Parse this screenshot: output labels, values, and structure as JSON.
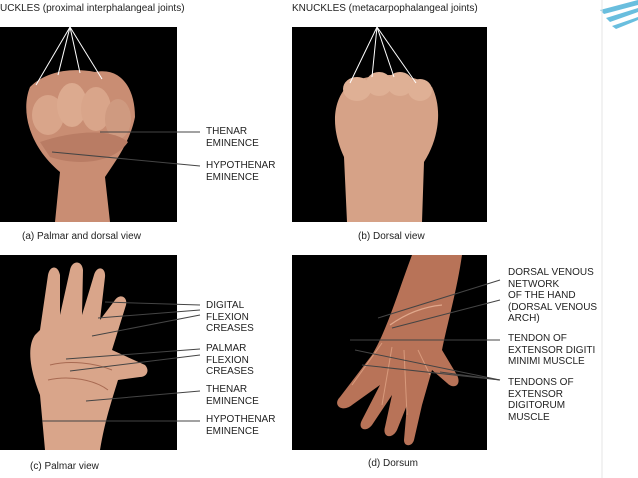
{
  "header_left": "UCKLES (proximal interphalangeal joints)",
  "header_right": "KNUCKLES (metacarpophalangeal joints)",
  "labels": {
    "thenar_a": "THENAR\nEMINENCE",
    "hypothenar_a": "HYPOTHENAR\nEMINENCE",
    "digital_c": "DIGITAL\nFLEXION\nCREASES",
    "palmar_c": "PALMAR\nFLEXION\nCREASES",
    "thenar_c": "THENAR\nEMINENCE",
    "hypothenar_c": "HYPOTHENAR\nEMINENCE",
    "dorsal_venous_d": "DORSAL VENOUS\nNETWORK\nOF THE HAND\n(DORSAL VENOUS\nARCH)",
    "tendon_digiti_d": "TENDON OF\nEXTENSOR DIGITI\nMINIMI MUSCLE",
    "tendons_digitorum_d": "TENDONS OF\nEXTENSOR\nDIGITORUM\nMUSCLE"
  },
  "captions": {
    "a": "(a) Palmar and dorsal view",
    "b": "(b) Dorsal view",
    "c": "(c) Palmar view",
    "d": "(d) Dorsum"
  },
  "colors": {
    "panel_bg": "#000000",
    "skin": "#d9a58a",
    "skin_dark": "#a86a52",
    "leader": "#ffffff",
    "accent_deco": "#4fb3d9"
  }
}
